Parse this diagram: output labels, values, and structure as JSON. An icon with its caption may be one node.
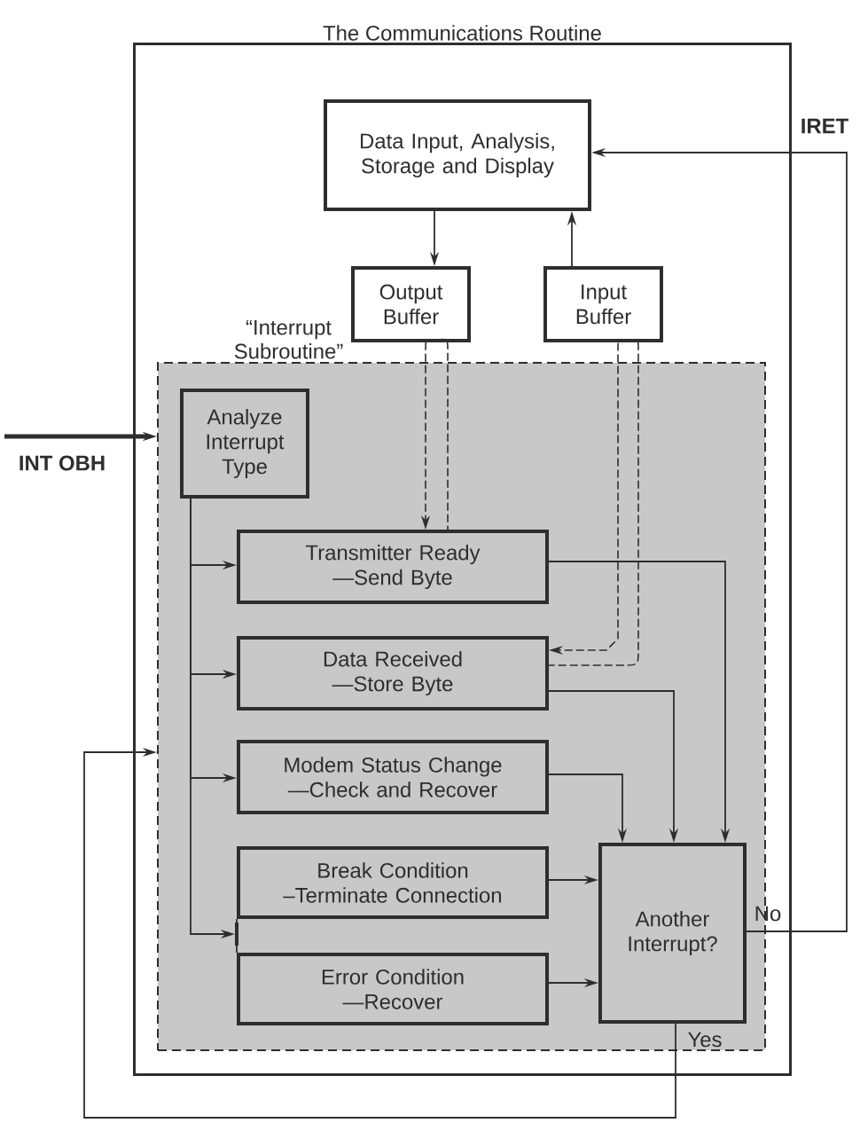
{
  "diagram": {
    "nodes": [
      {
        "text": [
          "The Communications Routine"
        ]
      },
      {
        "text": [
          "Data Input, Analysis, Storage and Display"
        ],
        "in": 0
      },
      {
        "text": [
          "Output Buffer"
        ],
        "in": 0
      },
      {
        "text": [
          "Input Buffer"
        ],
        "in": 0
      },
      {
        "text": [
          "“Interrupt Subroutine”"
        ],
        "in": 0
      },
      {
        "text": [
          "Analyze Interrupt Type"
        ],
        "in": 4
      },
      {
        "text": [
          "Transmitter Ready —Send Byte"
        ],
        "in": 4
      },
      {
        "text": [
          "Data Received —Store Byte"
        ],
        "in": 4
      },
      {
        "text": [
          "Modem Status Change —Check and Recover"
        ],
        "in": 4
      },
      {
        "text": [
          "Break Condition –Terminate Connection"
        ],
        "in": 4
      },
      {
        "text": [
          "Error Condition —Recover"
        ],
        "in": 4
      },
      {
        "text": [
          "Another Interrupt?"
        ],
        "in": 4
      },
      {
        "text": [],
        "shape": "bar",
        "in": 4
      }
    ],
    "edges": [
      {
        "from": 1,
        "to": 2,
        "arrow": "to"
      },
      {
        "from": 3,
        "to": 1,
        "arrow": "to"
      },
      {
        "from": 2,
        "to": 6,
        "arrow": "to",
        "style": "dashed"
      },
      {
        "from": 3,
        "to": 7,
        "arrow": "to",
        "style": "dashed"
      },
      {
        "from": 5,
        "to": 6,
        "arrow": "to"
      },
      {
        "from": 5,
        "to": 7,
        "arrow": "to"
      },
      {
        "from": 5,
        "to": 8,
        "arrow": "to"
      },
      {
        "from": 5,
        "to": 12,
        "arrow": "to"
      },
      {
        "from": 12,
        "to": 9,
        "arrow": "none"
      },
      {
        "from": 6,
        "to": 11,
        "arrow": "to"
      },
      {
        "from": 7,
        "to": 11,
        "arrow": "to"
      },
      {
        "from": 8,
        "to": 11,
        "arrow": "to"
      },
      {
        "from": 9,
        "to": 11,
        "arrow": "to"
      },
      {
        "from": 10,
        "to": 11,
        "arrow": "to"
      },
      {
        "from": 11,
        "to": 1,
        "arrow": "to",
        "label": "No"
      },
      {
        "from": 11,
        "to": 4,
        "arrow": "to",
        "label": "Yes"
      },
      {
        "from": null,
        "to": 4,
        "arrow": "to",
        "label": "INT OBH",
        "style": "thick"
      },
      {
        "from": 12,
        "to": 10,
        "arrow": "none"
      }
    ],
    "labels": [
      "IRET"
    ]
  }
}
